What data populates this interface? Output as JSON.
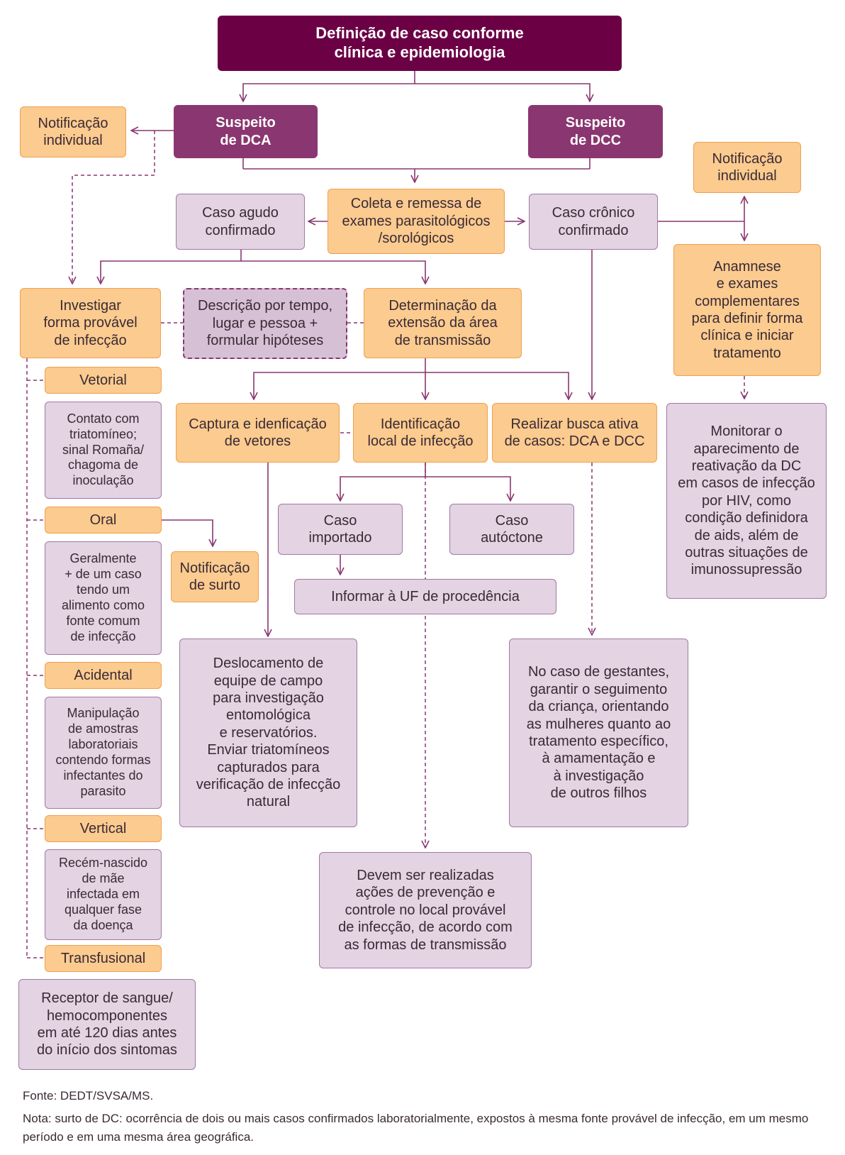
{
  "nodes": {
    "definicao": "Definição de caso conforme\nclínica e epidemiologia",
    "suspeito_dca": "Suspeito\nde DCA",
    "suspeito_dcc": "Suspeito\nde DCC",
    "notificacao_individual_1": "Notificação\nindividual",
    "notificacao_individual_2": "Notificação\nindividual",
    "caso_agudo": "Caso agudo\nconfirmado",
    "coleta": "Coleta e remessa de\nexames parasitológicos\n/sorológicos",
    "caso_cronico": "Caso crônico\nconfirmado",
    "anamnese": "Anamnese\ne exames\ncomplementares\npara definir forma\nclínica e  iniciar\ntratamento",
    "investigar": "Investigar\nforma provável\nde infecção",
    "descricao": "Descrição por tempo,\nlugar e pessoa +\nformular hipóteses",
    "determinacao": "Determinação da\nextensão da área\nde transmissão",
    "monitorar": "Monitorar o\naparecimento de\nreativação da DC\nem casos de infecção\npor HIV, como\ncondição definidora\nde aids, além de\noutras situações de\nimunossupressão",
    "vetorial": "Vetorial",
    "vetorial_desc": "Contato com\ntriatomíneo;\nsinal Romaña/\nchagoma de\ninoculação",
    "oral": "Oral",
    "oral_desc": "Geralmente\n+ de um caso\ntendo um\nalimento como\nfonte comum\nde infecção",
    "notificacao_surto": "Notificação\nde surto",
    "acidental": "Acidental",
    "acidental_desc": "Manipulação\nde amostras\nlaboratoriais\ncontendo formas\ninfectantes do\nparasito",
    "vertical": "Vertical",
    "vertical_desc": "Recém-nascido\nde mãe\ninfectada em\nqualquer fase\nda doença",
    "transfusional": "Transfusional",
    "transfusional_desc": "Receptor de sangue/\nhemocomponentes\nem até 120 dias antes\ndo início dos sintomas",
    "captura": "Captura e idenficação\nde vetores",
    "identificacao": "Identificação\nlocal de infecção",
    "busca_ativa": "Realizar busca ativa\nde casos: DCA e DCC",
    "caso_importado": "Caso\nimportado",
    "caso_autoctone": "Caso\nautóctone",
    "informar_uf": "Informar à UF de procedência",
    "deslocamento": "Deslocamento de\nequipe de campo\npara investigação\nentomológica\ne reservatórios.\nEnviar triatomíneos\ncapturados para\nverificação de infecção\nnatural",
    "gestantes": "No caso de gestantes,\ngarantir o seguimento\nda criança, orientando\nas mulheres quanto ao\ntratamento específico,\nà amamentação e\nà investigação\nde outros filhos",
    "prevencao": "Devem ser realizadas\nações de prevenção e\ncontrole no local provável\nde infecção, de acordo com\nas formas de transmissão"
  },
  "footer": {
    "fonte": "Fonte: DEDT/SVSA/MS.",
    "nota": "Nota: surto de DC: ocorrência de dois ou mais casos confirmados laboratorialmente, expostos à mesma fonte provável de infecção, em um mesmo período e em uma mesma área geográfica."
  },
  "colors": {
    "dark_purple": "#6b0045",
    "medium_purple": "#8a3670",
    "orange_fill": "#fbcb8f",
    "lilac_fill": "#e3d3e3",
    "connector": "#8a3670"
  }
}
